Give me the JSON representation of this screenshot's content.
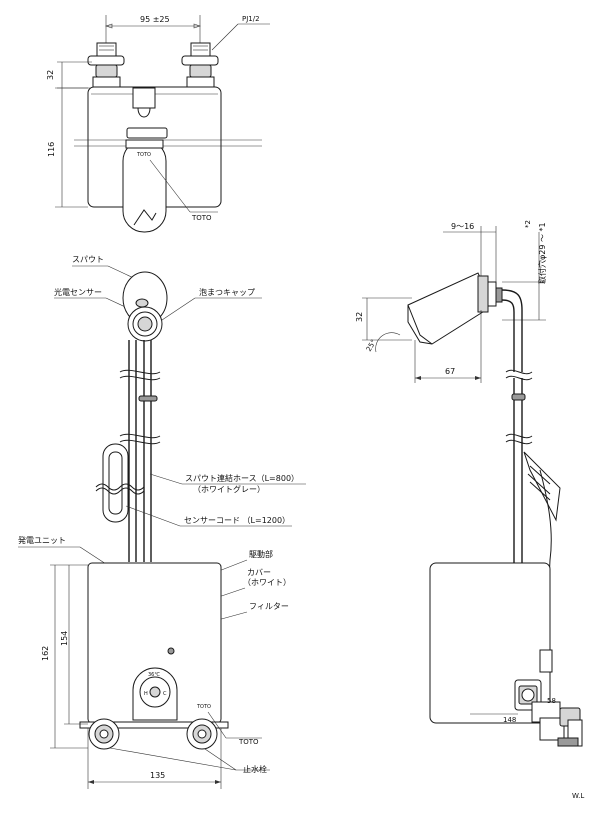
{
  "dimensions": {
    "pitch": "95 ±25",
    "inlet_height": "32",
    "body_height_top": "116",
    "depth_range": "9～16",
    "mount_hole": "取付穴φ29 ～ *1",
    "mount_hole_note": "*2",
    "spout_drop": "32",
    "spout_angle": "25°",
    "spout_reach": "67",
    "unit_height_outer": "162",
    "unit_height_inner": "154",
    "unit_width": "135",
    "valve_offset": "58",
    "valve_height": "148"
  },
  "labels": {
    "thread": "PJ1/2",
    "spout": "スパウト",
    "photo_sensor": "光電センサー",
    "foam_cap": "泡まつキャップ",
    "spout_hose": "スパウト連結ホース（L=800）",
    "spout_hose_color": "（ホワイトグレー）",
    "sensor_cord": "センサーコード （L=1200）",
    "generator_unit": "発電ユニット",
    "drive_part": "駆動部",
    "cover": "カバー",
    "cover_color": "（ホワイト）",
    "filter": "フィルター",
    "brand_top": "TOTO",
    "brand_bottom": "TOTO",
    "stop_valve": "止水栓",
    "water_line": "W.L",
    "temp_mark": "36℃",
    "panel_h": "H",
    "panel_c": "C",
    "panel_brand": "TOTO"
  }
}
